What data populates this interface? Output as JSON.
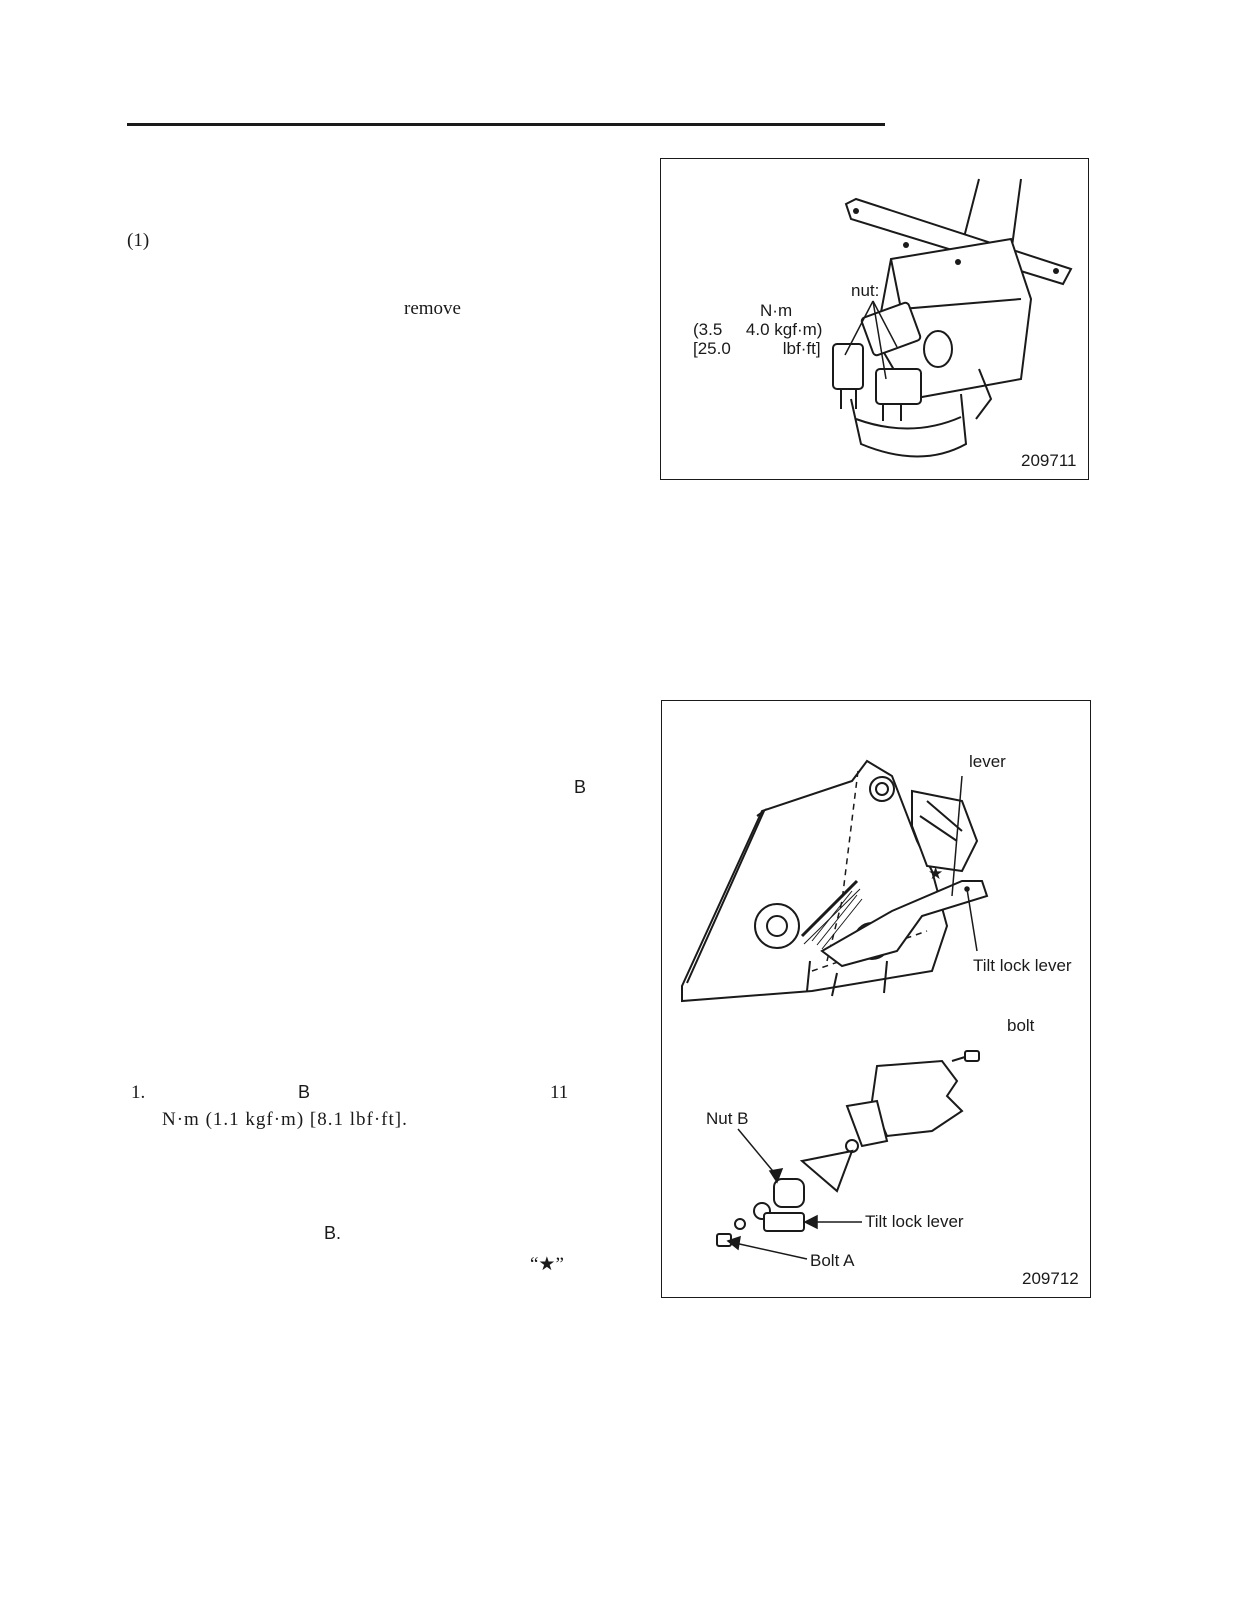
{
  "body_text": {
    "step_1_marker": "(1)",
    "remove_word": "remove",
    "nut_b_label_1": "B",
    "torque_step_num": "1.",
    "torque_nut_b": "B",
    "torque_value": "11",
    "torque_units_line": "N·m (1.1        kgf·m) [8.1           lbf·ft].",
    "nut_b_label_2": "B.",
    "star_quote": "“★”"
  },
  "figure_1": {
    "code": "209711",
    "callout_nut": "nut:",
    "callout_nm": "N·m",
    "callout_kgfm": "(3.5     4.0 kgf·m)",
    "callout_lbfft": "[25.0           lbf·ft]"
  },
  "figure_2": {
    "code": "209712",
    "label_lever": "lever",
    "label_star": "★",
    "label_tilt_lock_lever_top": "Tilt lock lever",
    "label_bolt": "bolt",
    "label_nut_b": "Nut B",
    "label_tilt_lock_lever_bottom": "Tilt lock lever",
    "label_bolt_a": "Bolt A"
  }
}
